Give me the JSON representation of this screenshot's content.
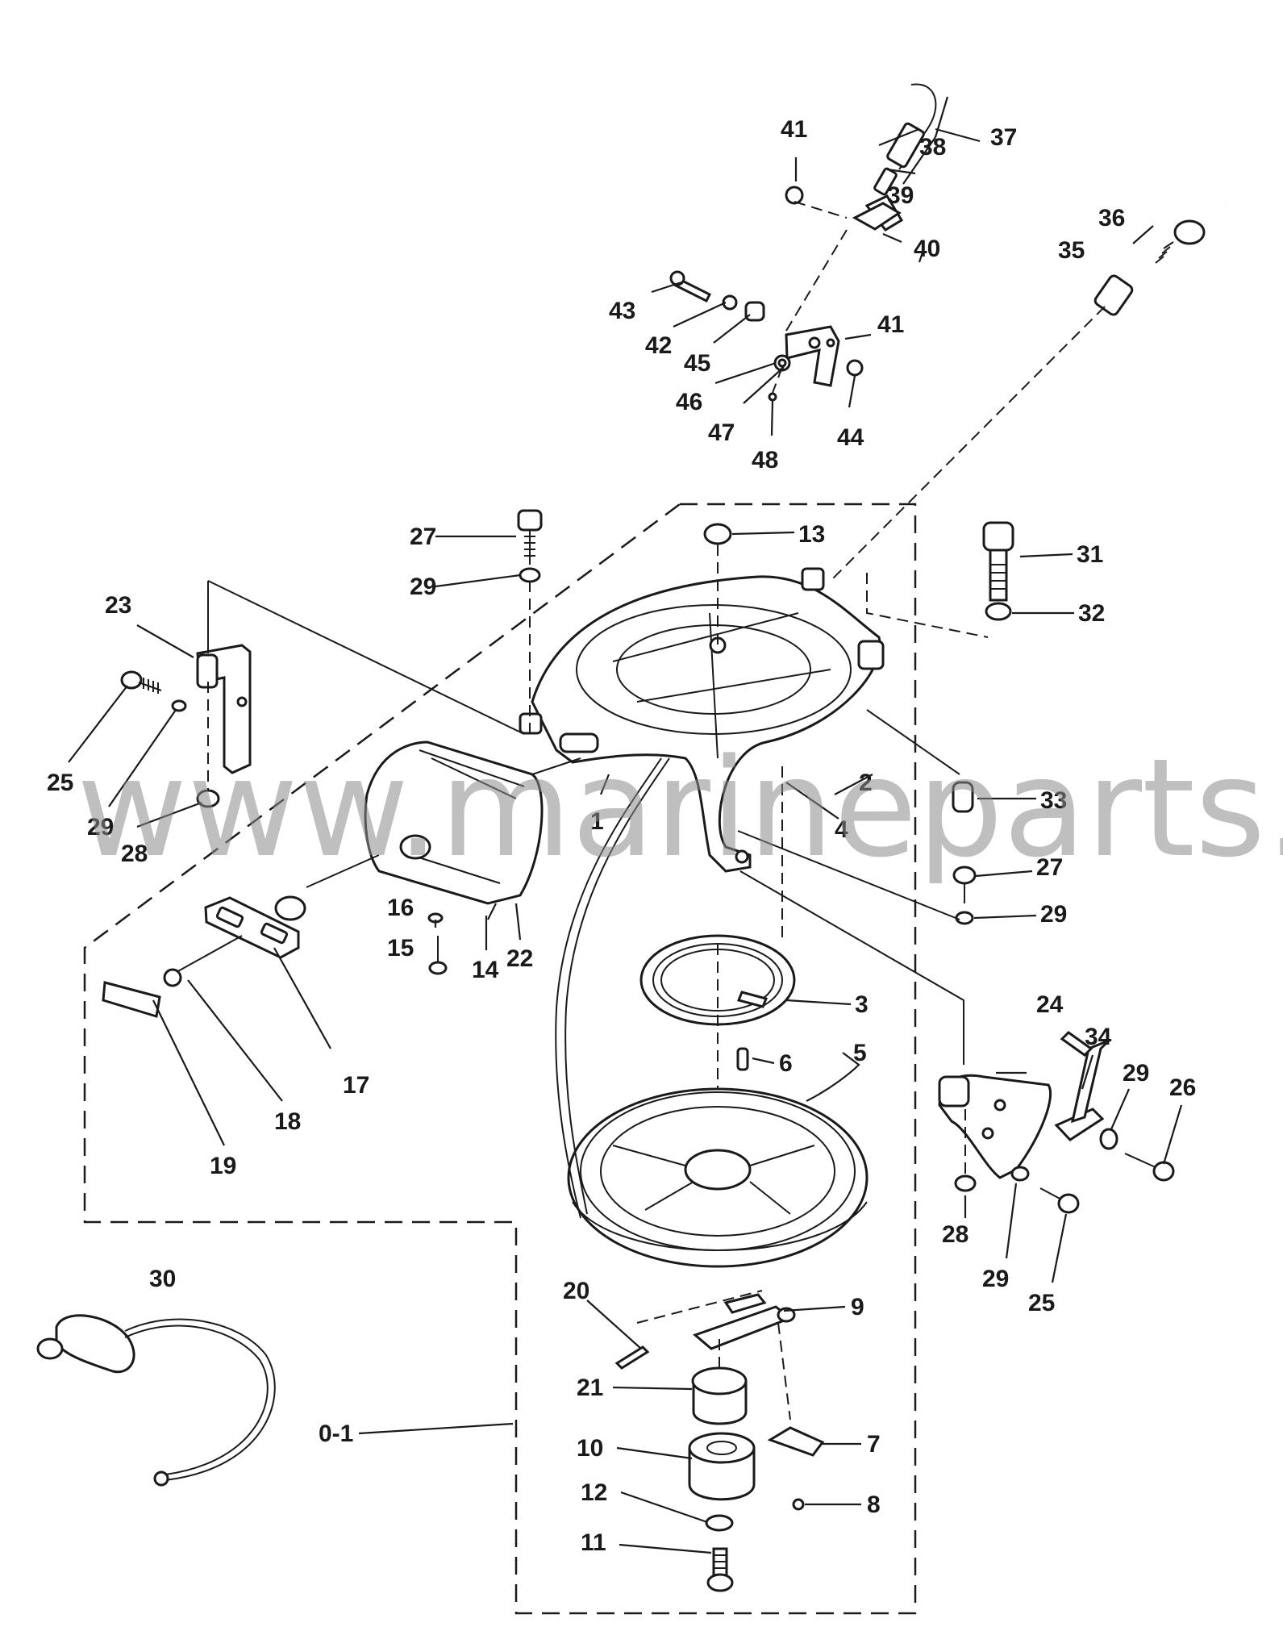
{
  "watermark": "www.marineparts.eu",
  "labels": {
    "l1": "1",
    "l2": "2",
    "l3": "3",
    "l4": "4",
    "l5": "5",
    "l6": "6",
    "l7": "7",
    "l8": "8",
    "l9": "9",
    "l10": "10",
    "l11": "11",
    "l12": "12",
    "l13": "13",
    "l14": "14",
    "l15": "15",
    "l16": "16",
    "l17": "17",
    "l18": "18",
    "l19": "19",
    "l20": "20",
    "l21": "21",
    "l22": "22",
    "l23": "23",
    "l24": "24",
    "l25a": "25",
    "l25b": "25",
    "l26": "26",
    "l27a": "27",
    "l27b": "27",
    "l28a": "28",
    "l28b": "28",
    "l29a": "29",
    "l29b": "29",
    "l29c": "29",
    "l29d": "29",
    "l29e": "29",
    "l30": "30",
    "l31": "31",
    "l32": "32",
    "l33": "33",
    "l34": "34",
    "l35": "35",
    "l36": "36",
    "l37": "37",
    "l38": "38",
    "l39": "39",
    "l40": "40",
    "l41a": "41",
    "l41b": "41",
    "l42": "42",
    "l43": "43",
    "l44": "44",
    "l45": "45",
    "l46": "46",
    "l47": "47",
    "l48": "48",
    "l01": "0-1"
  }
}
